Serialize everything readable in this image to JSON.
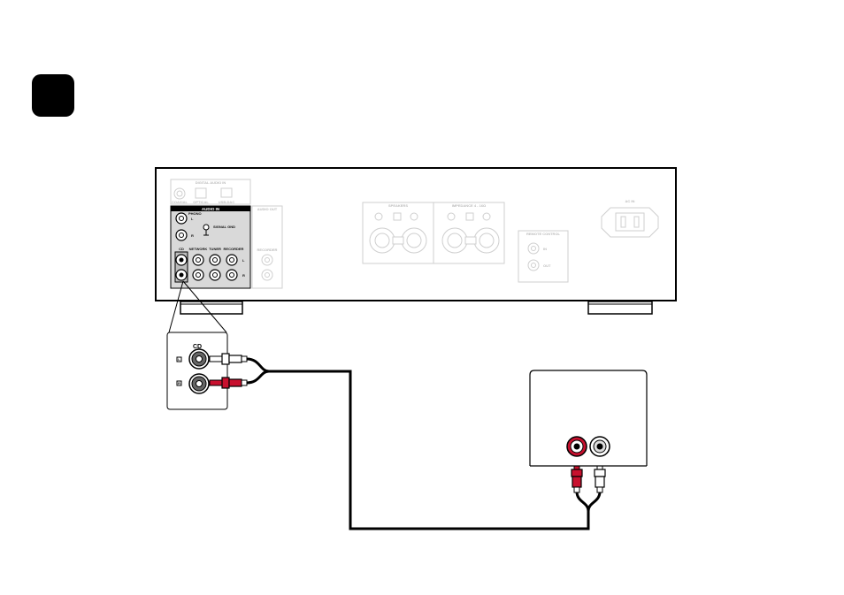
{
  "diagram": {
    "step_badge": {
      "text": ""
    },
    "unit": {
      "panels": {
        "digital_audio_in": "DIGITAL AUDIO IN",
        "digital_in_coaxial": "COAXIAL",
        "digital_in_optical": "OPTICAL",
        "digital_in_usb": "USB-DAC",
        "audio_in": "AUDIO IN",
        "phono": "PHONO",
        "signal_gnd": "SIGNAL GND",
        "audio_out": "AUDIO OUT",
        "audio_out_recorder": "RECORDER",
        "speakers": "SPEAKERS",
        "speakers_sub": "IMPEDANCE 4 - 16Ω",
        "remote_control": "REMOTE CONTROL",
        "remote_in": "IN",
        "remote_out": "OUT",
        "ac_in": "AC IN"
      },
      "inputs": [
        "CD",
        "NETWORK",
        "TUNER",
        "RECORDER"
      ],
      "channel_l": "L",
      "channel_r": "R"
    },
    "callout": {
      "title": "CD",
      "channel_l": "L",
      "channel_r": "R"
    },
    "colors": {
      "outline": "#000000",
      "faint": "#cfcfcf",
      "panel_gray": "#d9d9d9",
      "plug_red": "#c8102e",
      "plug_white": "#ffffff"
    }
  }
}
